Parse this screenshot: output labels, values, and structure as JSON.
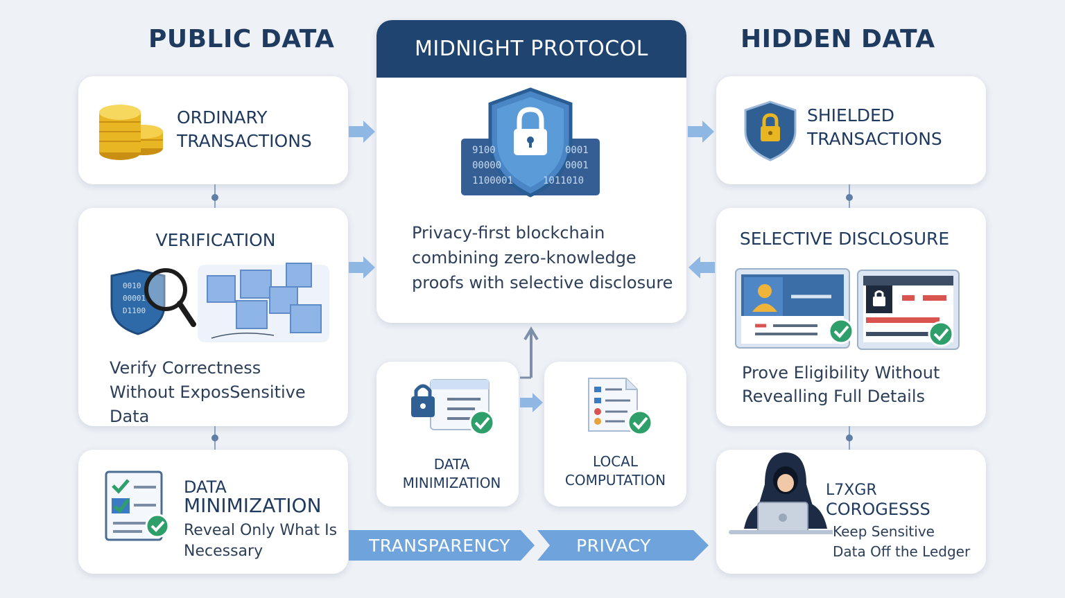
{
  "columns": {
    "public_heading": "PUBLIC DATA",
    "hidden_heading": "HIDDEN DATA"
  },
  "protocol": {
    "title": "MIDNIGHT PROTOCOL",
    "description_lines": [
      "Privacy-first blockchain",
      "combining zero-knowledge",
      "proofs with selective disclosure"
    ],
    "binary_lines": [
      "9100",
      "0001",
      "00000",
      "0001",
      "1100001",
      "1011010"
    ]
  },
  "public": {
    "ordinary": {
      "line1": "ORDINARY",
      "line2": "TRANSACTIONS"
    },
    "verification": {
      "title": "VERIFICATION",
      "line1": "Verify Correctness",
      "line2": "Without ExposSensitive Data",
      "shield_lines": [
        "0010",
        "00001",
        "D1100"
      ]
    },
    "minimization": {
      "title1": "DATA",
      "title2": "MINIMIZATION",
      "line1": "Reveal Only What Is",
      "line2": "Necessary"
    }
  },
  "hidden": {
    "shielded": {
      "line1": "SHIELDED",
      "line2": "TRANSACTIONS"
    },
    "selective": {
      "title": "SELECTIVE DISCLOSURE",
      "line1": "Prove Eligibility Without",
      "line2": "Revealling Full Details"
    },
    "ledger": {
      "title1": "L7XGR",
      "title2": "COROGESSS",
      "line1": "Keep Sensitive",
      "line2": "Data Off the Ledger"
    }
  },
  "middle": {
    "data_min": {
      "line1": "DATA",
      "line2": "MINIMIZATION"
    },
    "local": {
      "line1": "LOCAL",
      "line2": "COMPUTATION"
    }
  },
  "bands": {
    "transparency": "TRANSPARENCY",
    "privacy": "PRIVACY"
  },
  "colors": {
    "navy": "#1f3a5f",
    "accent_blue": "#6b9fd6",
    "check_green": "#2e9e6a",
    "gold": "#e8b523",
    "alert_red": "#d9534f"
  },
  "icons": [
    "coins-icon",
    "shield-lock-icon",
    "magnifier-icon",
    "blocks-icon",
    "checklist-icon",
    "id-card-icon",
    "hacker-laptop-icon",
    "check-icon",
    "document-icon"
  ]
}
